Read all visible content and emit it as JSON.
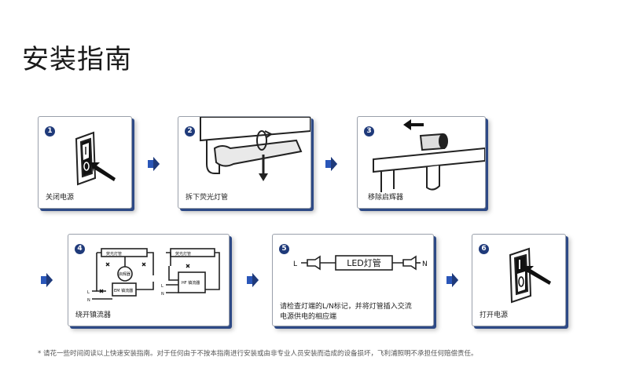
{
  "page": {
    "title": "安装指南"
  },
  "steps": [
    {
      "number": "1",
      "caption": "关闭电源"
    },
    {
      "number": "2",
      "caption": "拆下荧光灯管"
    },
    {
      "number": "3",
      "caption": "移除启辉器"
    },
    {
      "number": "4",
      "caption": "绕开镇流器",
      "diagram": {
        "tube_label_left": "荧光灯管",
        "tube_label_right": "荧光灯管",
        "starter_label": "启辉器",
        "ballast_label": "EM 镇流器",
        "hf_label": "HF 镇流器",
        "l": "L",
        "n": "N"
      }
    },
    {
      "number": "5",
      "caption_line1": "请检查灯端的L/N标记，并将灯管插入交流",
      "caption_line2": "电源供电的相应端",
      "diagram": {
        "tube": "LED灯管",
        "l": "L",
        "n": "N"
      }
    },
    {
      "number": "6",
      "caption": "打开电源"
    }
  ],
  "footnote": "* 请花一些时间阅读以上快速安装指南。对于任何由于不按本指南进行安装或由非专业人员安装而造成的设备损坏，飞利浦照明不承担任何赔偿责任。",
  "colors": {
    "accent": "#1f3a7a",
    "arrow": "#2a56b8"
  }
}
